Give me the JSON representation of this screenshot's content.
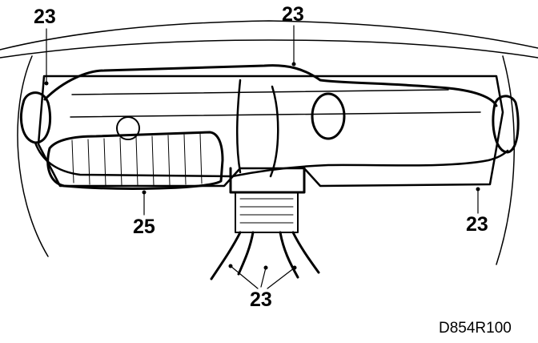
{
  "diagram": {
    "callouts": [
      {
        "id": "tl",
        "text": "23"
      },
      {
        "id": "tc",
        "text": "23"
      },
      {
        "id": "r",
        "text": "23"
      },
      {
        "id": "b",
        "text": "23"
      },
      {
        "id": "heater",
        "text": "25"
      }
    ],
    "reference_code": "D854R100",
    "colors": {
      "ink": "#000000",
      "paper": "#ffffff"
    }
  }
}
